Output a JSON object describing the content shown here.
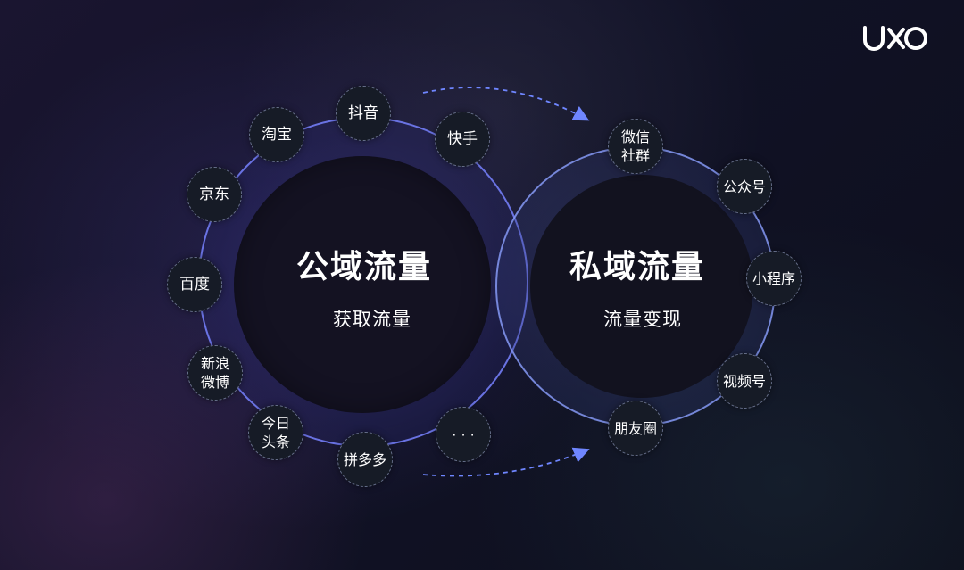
{
  "logo": {
    "icon": "uxo-logo"
  },
  "public_domain": {
    "title": "公域流量",
    "subtitle": "获取流量",
    "nodes": [
      "抖音",
      "快手",
      "淘宝",
      "京东",
      "百度",
      "新浪\n微博",
      "今日\n头条",
      "拼多多",
      "· · ·"
    ]
  },
  "private_domain": {
    "title": "私域流量",
    "subtitle": "流量变现",
    "nodes": [
      "微信\n社群",
      "公众号",
      "小程序",
      "视频号",
      "朋友圈"
    ]
  },
  "colors": {
    "ring_left": "#7882ff",
    "ring_right": "#8ca0ff",
    "arrow": "#6f86ff",
    "node_bg": "#161b26"
  }
}
